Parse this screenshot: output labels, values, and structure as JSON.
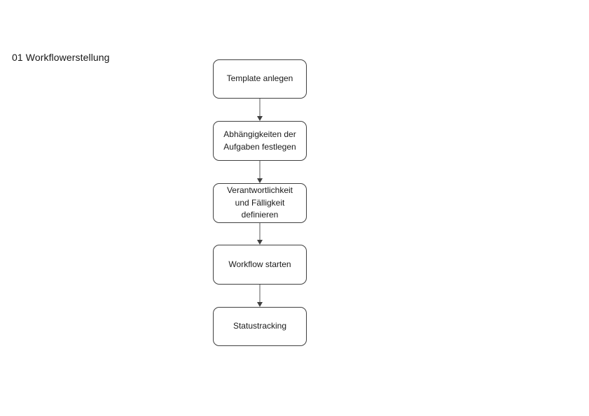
{
  "title": "01 Workflowerstellung",
  "flowchart": {
    "nodes": [
      {
        "label": "Template anlegen"
      },
      {
        "label": "Abhängigkeiten der Aufgaben festlegen"
      },
      {
        "label": "Verantwortlichkeit und Fälligkeit definieren"
      },
      {
        "label": "Workflow starten"
      },
      {
        "label": "Statustracking"
      }
    ],
    "connector_color": "#595959",
    "node_border_color": "#404040",
    "node_fill_color": "#ffffff",
    "text_color": "#1a1a1a"
  }
}
